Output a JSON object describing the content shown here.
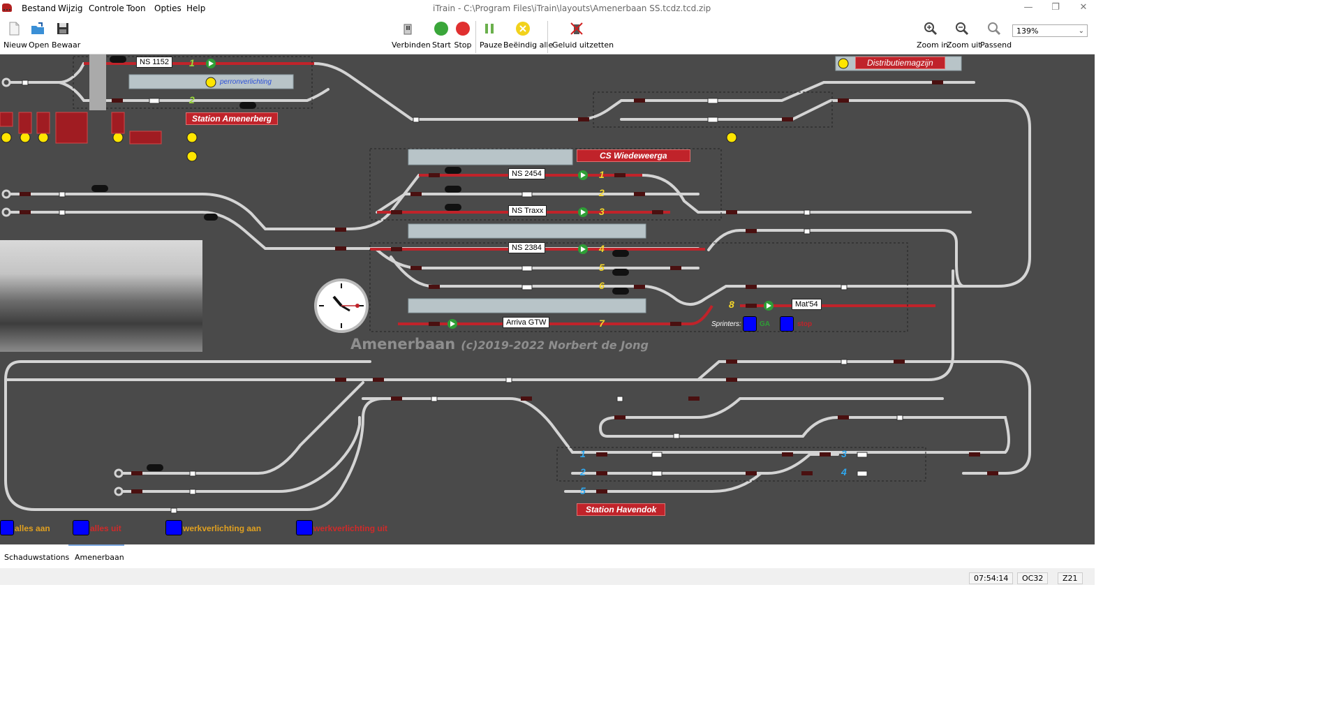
{
  "window": {
    "title": "iTrain - C:\\Program Files\\iTrain\\layouts\\Amenerbaan SS.tcdz.tcd.zip",
    "min": "—",
    "restore": "❐",
    "close": "✕"
  },
  "menu": [
    "Bestand",
    "Wijzig",
    "Controle",
    "Toon",
    "Opties",
    "Help"
  ],
  "toolbar": {
    "new": "Nieuw",
    "open": "Open",
    "save": "Bewaar",
    "connect": "Verbinden",
    "start": "Start",
    "stop": "Stop",
    "pause": "Pauze",
    "end_all": "Beëindig alle",
    "sound_off": "Geluid uitzetten",
    "zoom_in": "Zoom in",
    "zoom_out": "Zoom uit",
    "fit": "Passend",
    "zoom_level": "139%"
  },
  "colors": {
    "background": "#4a4a4a",
    "track": "#d0d0d0",
    "occupied": "#c0232a",
    "station": "#c0232a",
    "button": "#0000ff",
    "signal_yellow": "#ffe600"
  },
  "layout": {
    "trains": {
      "ns1152": "NS 1152",
      "ns2454": "NS 2454",
      "nstraxx": "NS Traxx",
      "ns2384": "NS 2384",
      "arriva": "Arriva GTW",
      "mat54": "Mat'54"
    },
    "stations": {
      "amenerberg": "Station Amenerberg",
      "wiedeweerga": "CS Wiedeweerga",
      "distributie": "Distributiemagzijn",
      "havendok": "Station Havendok"
    },
    "tracks_top": [
      "1",
      "2"
    ],
    "tracks_cs": [
      "1",
      "2",
      "3",
      "4",
      "5",
      "6",
      "7",
      "8"
    ],
    "tracks_havendok": [
      "1",
      "2",
      "5",
      "3",
      "4"
    ],
    "perron": "perronverlichting",
    "sprinters": "Sprinters:",
    "sprinters_ga": "GA",
    "sprinters_stop": "stop",
    "credits_title": "Amenerbaan",
    "credits_sub": "(c)2019-2022 Norbert de Jong",
    "buttons": [
      "alles aan",
      "alles uit",
      "werkverlichting aan",
      "werkverlichting uit"
    ]
  },
  "tabs": [
    "Schaduwstations",
    "Amenerbaan"
  ],
  "status": {
    "time": "07:54:14",
    "oc": "OC32",
    "z": "Z21"
  }
}
